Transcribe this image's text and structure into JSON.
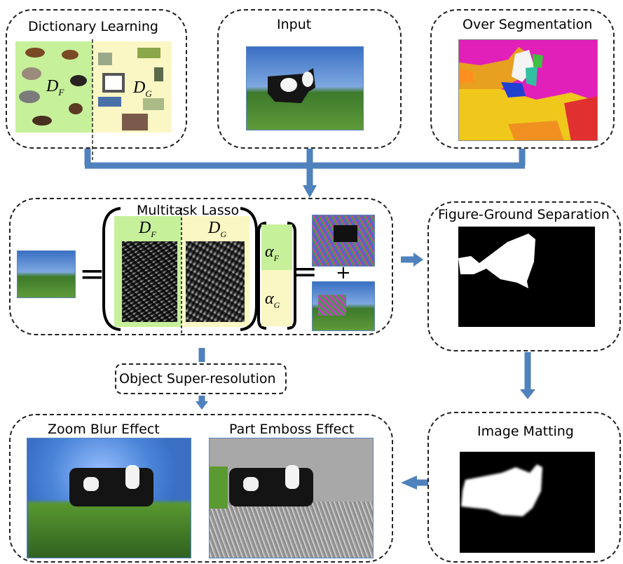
{
  "boxes": {
    "dictionary": {
      "title": "Dictionary Learning",
      "df": "D",
      "df_sub": "F",
      "dg": "D",
      "dg_sub": "G"
    },
    "input": {
      "title": "Input"
    },
    "overseg": {
      "title": "Over Segmentation"
    },
    "lasso": {
      "title": "Multitask Lasso",
      "df": "D",
      "df_sub": "F",
      "dg": "D",
      "dg_sub": "G",
      "alpha": "α",
      "af_sub": "F",
      "ag_sub": "G",
      "equals": "=",
      "plus": "+"
    },
    "figure_ground": {
      "title": "Figure-Ground Separation"
    },
    "super_res": {
      "title": "Object Super-resolution"
    },
    "effects": {
      "zoom": "Zoom Blur Effect",
      "emboss": "Part Emboss Effect"
    },
    "matting": {
      "title": "Image Matting"
    }
  },
  "colors": {
    "arrow": "#4f81bd",
    "green": "#c6f09a",
    "yellow": "#fbf7c4"
  }
}
